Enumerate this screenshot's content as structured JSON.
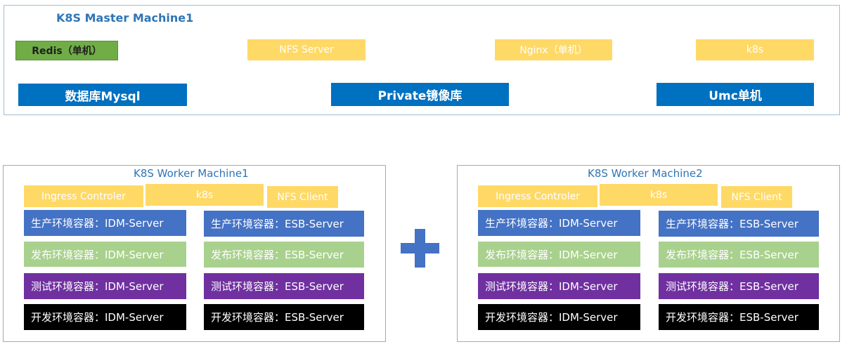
{
  "colors": {
    "frame_border": "#9dbfd3",
    "title": "#2e75b6",
    "green": "#70ad47",
    "yellow": "#ffd966",
    "blue": "#0070c0",
    "prod": "#4472c4",
    "release": "#a9d18e",
    "test": "#7030a0",
    "dev": "#000000",
    "plus": "#4472c4"
  },
  "master": {
    "title": "K8S Master Machine1",
    "row1": [
      "Redis（单机）",
      "NFS Server",
      "Nginx（单机）",
      "k8s"
    ],
    "row2": [
      "数据库Mysql",
      "Private镜像库",
      "Umc单机"
    ]
  },
  "plus_icon": "plus-icon",
  "workers": [
    {
      "title": "K8S Worker Machine1",
      "tags": [
        "Ingress Controler",
        "k8s",
        "NFS Client"
      ],
      "left": [
        "生产环境容器：IDM-Server",
        "发布环境容器：IDM-Server",
        "测试环境容器：IDM-Server",
        "开发环境容器：IDM-Server"
      ],
      "right": [
        "生产环境容器：ESB-Server",
        "发布环境容器：ESB-Server",
        "测试环境容器：ESB-Server",
        "开发环境容器：ESB-Server"
      ]
    },
    {
      "title": "K8S Worker Machine2",
      "tags": [
        "Ingress Controler",
        "k8s",
        "NFS Client"
      ],
      "left": [
        "生产环境容器：IDM-Server",
        "发布环境容器：IDM-Server",
        "测试环境容器：IDM-Server",
        "开发环境容器：IDM-Server"
      ],
      "right": [
        "生产环境容器：ESB-Server",
        "发布环境容器：ESB-Server",
        "测试环境容器：ESB-Server",
        "开发环境容器：ESB-Server"
      ]
    }
  ]
}
